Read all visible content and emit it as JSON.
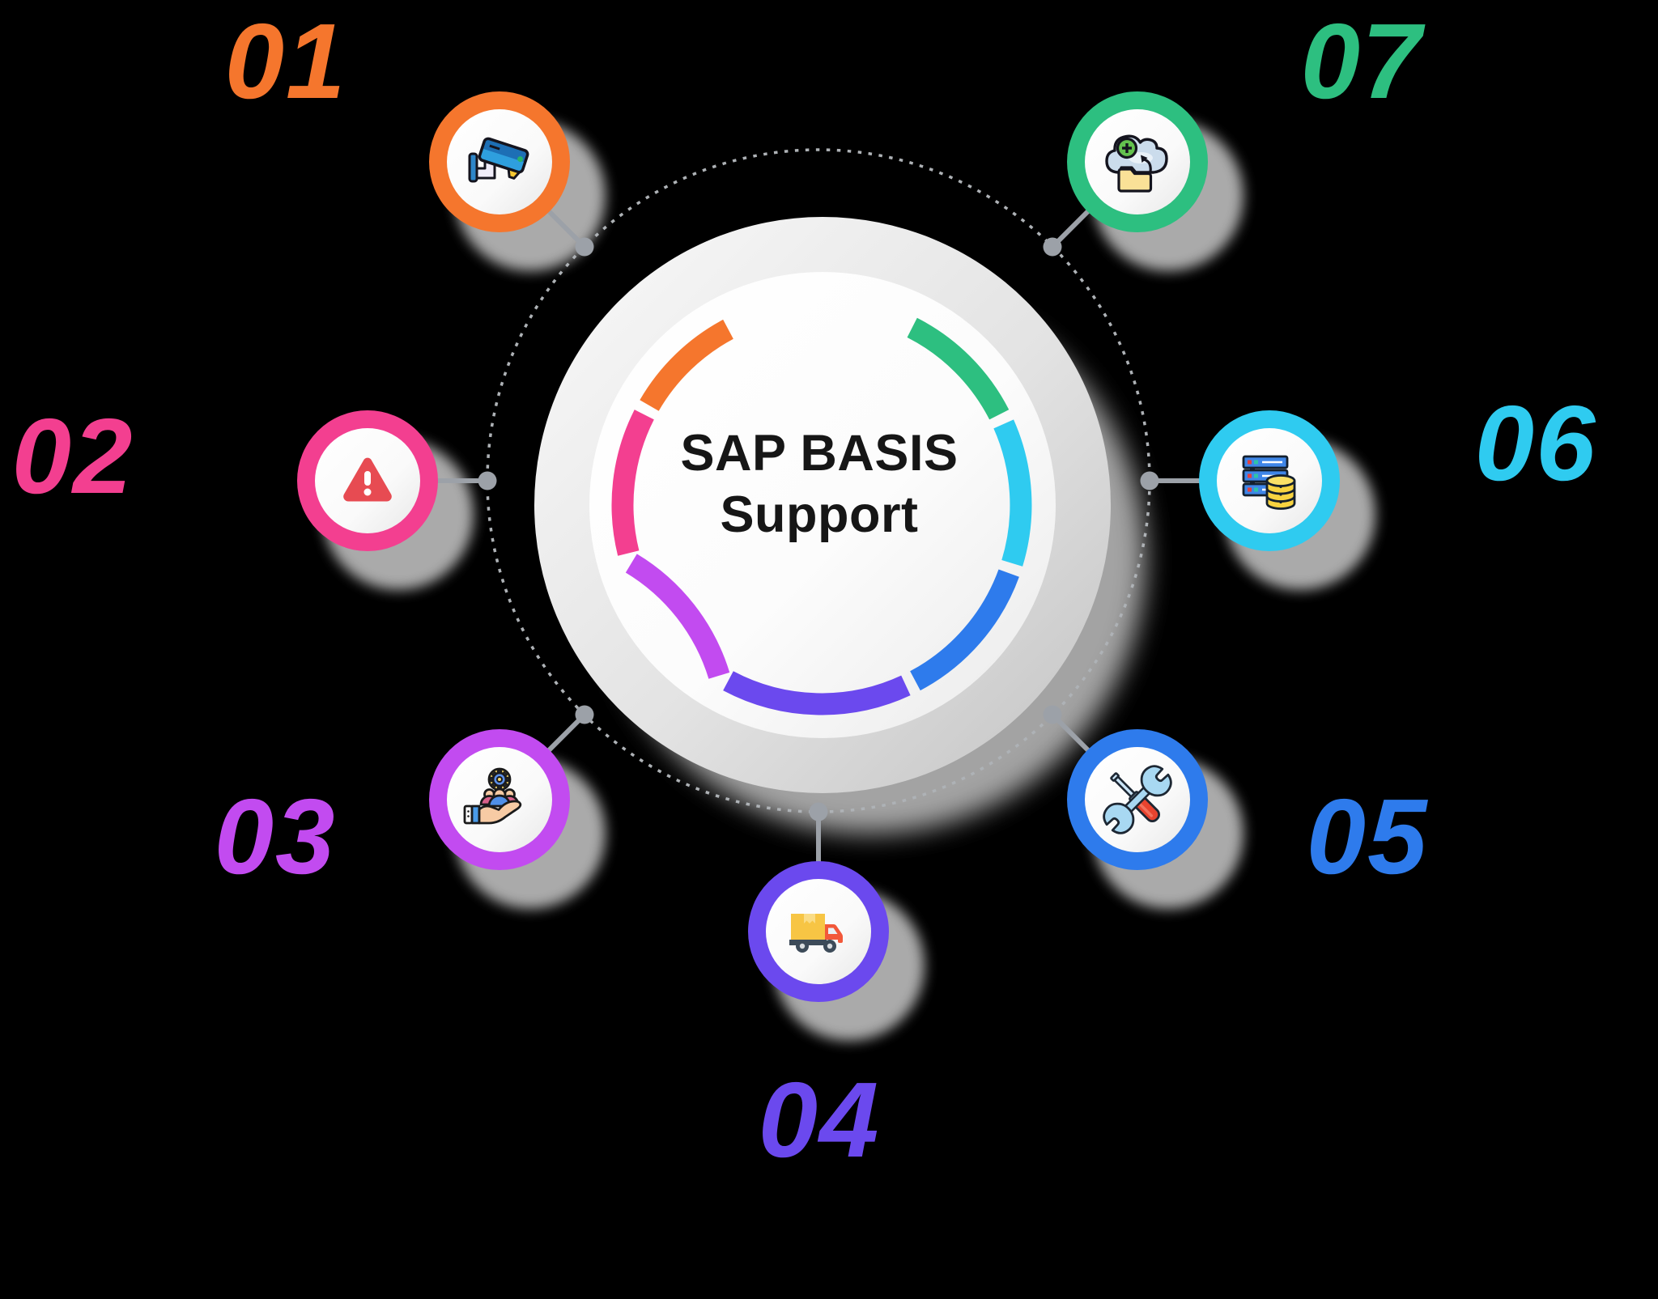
{
  "title": {
    "line1": "SAP BASIS",
    "line2": "Support"
  },
  "items": [
    {
      "number": "01",
      "icon": "cctv-camera-icon",
      "color": "#F5762D"
    },
    {
      "number": "02",
      "icon": "warning-alert-icon",
      "color": "#F33F90"
    },
    {
      "number": "03",
      "icon": "team-management-icon",
      "color": "#C24BF0"
    },
    {
      "number": "04",
      "icon": "delivery-truck-icon",
      "color": "#6B49EE"
    },
    {
      "number": "05",
      "icon": "repair-tools-icon",
      "color": "#2E7BEC"
    },
    {
      "number": "06",
      "icon": "server-database-icon",
      "color": "#2FCBF0"
    },
    {
      "number": "07",
      "icon": "cloud-backup-icon",
      "color": "#2DBF80"
    }
  ],
  "colors": {
    "background": "#000000",
    "shadow_gray": "#C0C0C0",
    "connector_gray": "#9CA1A8",
    "dotted_ring_gray": "#AEB2B6",
    "title_text": "#161616"
  }
}
